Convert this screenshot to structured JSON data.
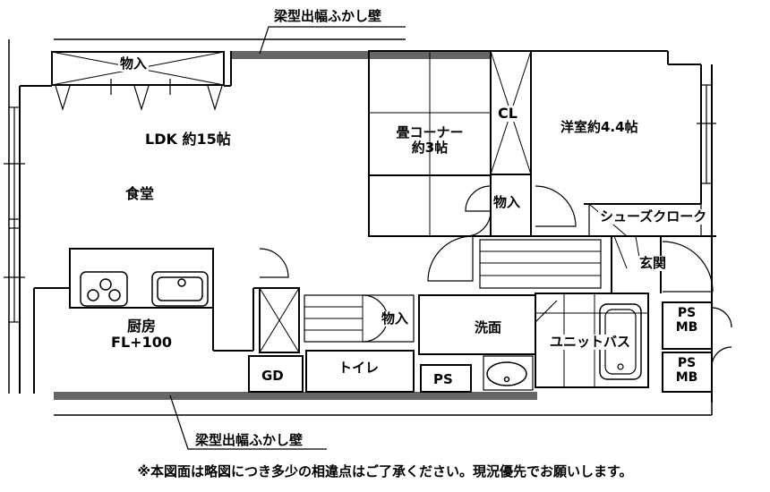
{
  "floor_plan": {
    "beam_label_top": "梁型出幅ふかし壁",
    "beam_label_bottom": "梁型出幅ふかし壁",
    "rooms": {
      "storage_top": "物入",
      "ldk": "LDK 約15帖",
      "dining": "食堂",
      "tatami_line1": "畳コーナー",
      "tatami_line2": "約3帖",
      "closet": "CL",
      "storage_mid": "物入",
      "western_room": "洋室約4.4帖",
      "shoe_closet": "シューズクローク",
      "entrance": "玄関",
      "kitchen_line1": "厨房",
      "kitchen_line2": "FL+100",
      "storage_hall": "物入",
      "washroom": "洗面",
      "unit_bath": "ユニットバス",
      "toilet": "トイレ",
      "gd": "GD",
      "ps_bottom": "PS",
      "ps_mb_1_a": "PS",
      "ps_mb_1_b": "MB",
      "ps_mb_2_a": "PS",
      "ps_mb_2_b": "MB"
    },
    "note": "※本図面は略図につき多少の相違点はご了承ください。現況優先でお願いします。",
    "colors": {
      "line": "#000000",
      "beam": "#666666",
      "background": "#ffffff"
    }
  }
}
